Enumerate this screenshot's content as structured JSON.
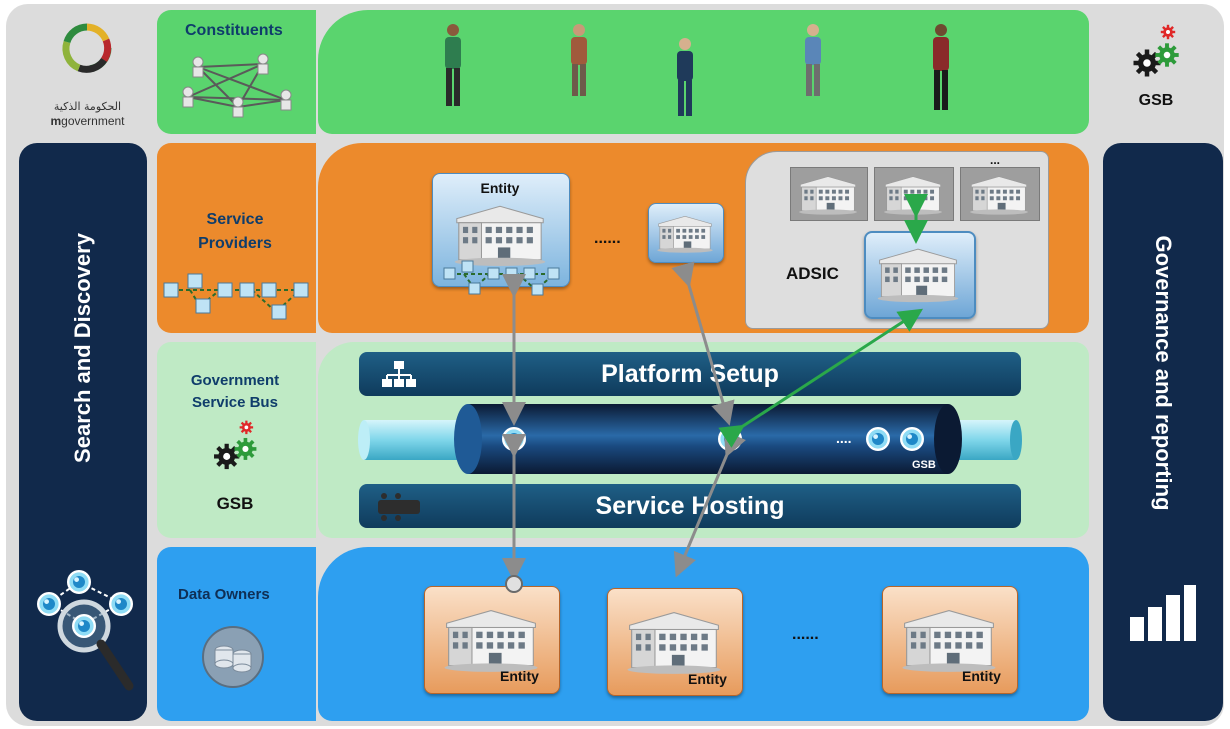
{
  "logo": {
    "arabic": "الحكومة الذكية",
    "latin_bold": "m",
    "latin_rest": "government"
  },
  "gsb_top": "GSB",
  "left_sidebar": {
    "title": "Search and Discovery"
  },
  "right_sidebar": {
    "title": "Governance and reporting"
  },
  "constituents": {
    "label": "Constituents",
    "people_count": 5
  },
  "service_providers": {
    "label_line1": "Service",
    "label_line2": "Providers",
    "entity_label": "Entity",
    "ellipsis": "......",
    "adsic_label": "ADSIC",
    "adsic_more": "..."
  },
  "gsb_row": {
    "label_line1": "Government",
    "label_line2": "Service Bus",
    "gsb_label": "GSB",
    "platform_setup": "Platform Setup",
    "service_hosting": "Service Hosting",
    "pipe_label": "GSB",
    "pipe_dots": "...."
  },
  "data_owners": {
    "label": "Data Owners",
    "entities": [
      "Entity",
      "Entity",
      "Entity"
    ],
    "ellipsis": "......"
  },
  "colors": {
    "green": "#5ad46e",
    "orange": "#ec8a2c",
    "light_green": "#bfeac5",
    "blue": "#2e9ff0",
    "navy": "#11294b"
  }
}
